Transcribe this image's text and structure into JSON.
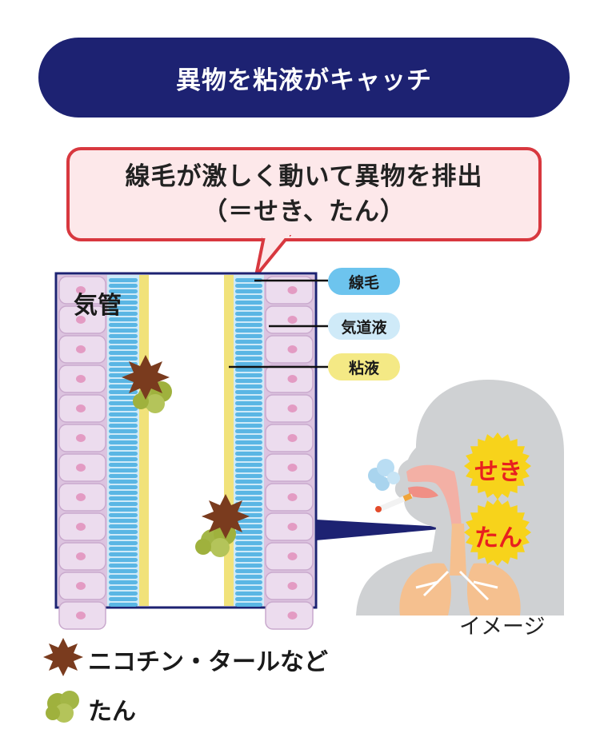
{
  "header": {
    "title": "異物を粘液がキャッチ"
  },
  "callout": {
    "line1": "線毛が激しく動いて異物を排出",
    "line2": "（＝せき、たん）"
  },
  "diagram": {
    "trachea_label": "気管",
    "tags": {
      "cilia": "線毛",
      "airway_fluid": "気道液",
      "mucus": "粘液"
    },
    "symptoms": {
      "cough": "せき",
      "phlegm": "たん"
    },
    "caption": "イメージ"
  },
  "legend": [
    {
      "label": "ニコチン・タールなど",
      "icon": "nicotine-tar-icon",
      "color": "#7a3b1e"
    },
    {
      "label": "たん",
      "icon": "phlegm-icon",
      "color": "#9fb13d"
    }
  ],
  "colors": {
    "header_bg": "#1d2272",
    "callout_border": "#d8383f",
    "callout_bg": "#fde8ea",
    "cell_wall": "#dcc3df",
    "cilia": "#5ab6e4",
    "mucus": "#f1e27a",
    "badge_yellow": "#f7d31b"
  }
}
